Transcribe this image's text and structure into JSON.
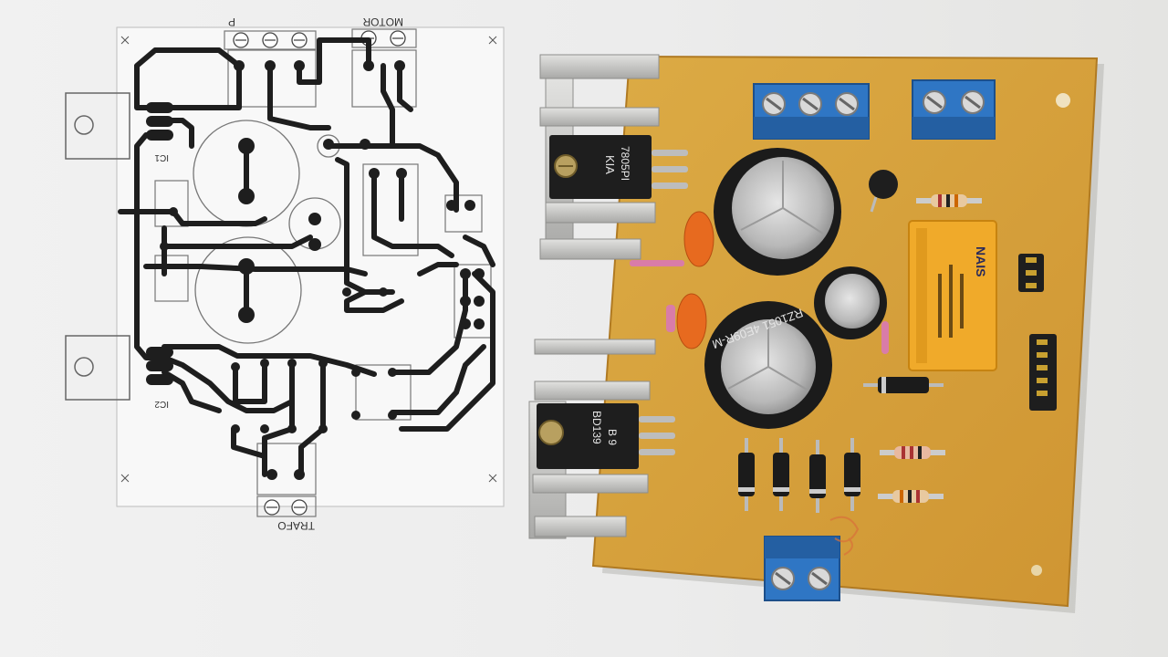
{
  "colors": {
    "background": "#ececec",
    "paper": "#f7f7f7",
    "trace": "#1e1e1e",
    "board": "#d9a43c",
    "terminal": "#2f76c4",
    "capacitor_body": "#1b1b1b",
    "capacitor_top": "#c7c7c7",
    "relay": "#f0aa2a",
    "heatsink": "#c9c9c7"
  },
  "schematic": {
    "label_p": "P",
    "label_motor": "MOTOR",
    "label_trafo": "TRAFO",
    "label_ic1": "IC1",
    "label_ic2": "IC2"
  },
  "board": {
    "reg_top_marking_1": "KIA",
    "reg_top_marking_2": "7805PI",
    "reg_bottom_marking_1": "BD139",
    "reg_bottom_marking_2": "B 9",
    "cap_large_marking": "RZ1051  4E09R-M",
    "relay_brand": "NAIS"
  }
}
